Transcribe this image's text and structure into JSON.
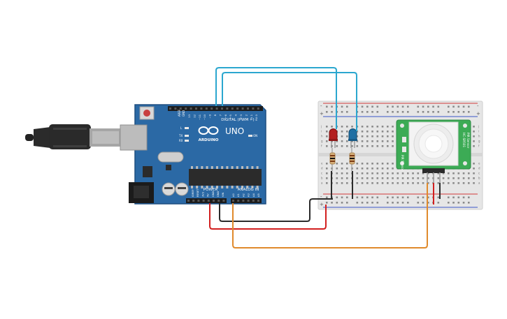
{
  "arduino": {
    "brand": "UNO",
    "logo_text": "ARDUINO",
    "digital_header": "DIGITAL (PWM ~)",
    "power_header": "POWER",
    "analog_header": "ANALOG IN",
    "aref_label": "AREF",
    "gnd_label": "GND",
    "tx_label": "TX",
    "rx_label": "RX",
    "on_label": "ON",
    "l_label": "L",
    "digital_pins": [
      "13",
      "12",
      "~11",
      "~10",
      "~9",
      "8",
      "7",
      "~6",
      "~5",
      "4",
      "~3",
      "2",
      "TX 1",
      "RX 0"
    ],
    "power_pins": [
      "IOREF",
      "RESET",
      "3V3",
      "5V",
      "GND",
      "GND",
      "VIN"
    ],
    "analog_pins": [
      "A0",
      "A1",
      "A2",
      "A3",
      "A4",
      "A5"
    ],
    "colors": {
      "board": "#2b69a5",
      "board_dark": "#1e4f80",
      "chip": "#2b2b2b",
      "header": "#1c1c1c"
    }
  },
  "breadboard": {
    "rail_plus": "+",
    "rail_minus": "-",
    "row_labels_top": [
      "j",
      "i",
      "h",
      "g",
      "f"
    ],
    "row_labels_bottom": [
      "e",
      "d",
      "c",
      "b",
      "a"
    ],
    "colors": {
      "body": "#e6e6e6",
      "red_rail": "#d23b3b",
      "blue_rail": "#3b55c8"
    }
  },
  "pir_sensor": {
    "model_text": "PIR Sensor",
    "part_text": "HC-SR501",
    "color": "#3cab55"
  },
  "leds": [
    {
      "name": "red-led",
      "color": "#b31e1e"
    },
    {
      "name": "blue-led",
      "color": "#1f6fa3"
    }
  ],
  "wires": {
    "signal_color": "#2ba7cf",
    "power_color": "#d21f1f",
    "ground_color": "#2b2b2b",
    "sensor_color": "#e08a2c"
  }
}
